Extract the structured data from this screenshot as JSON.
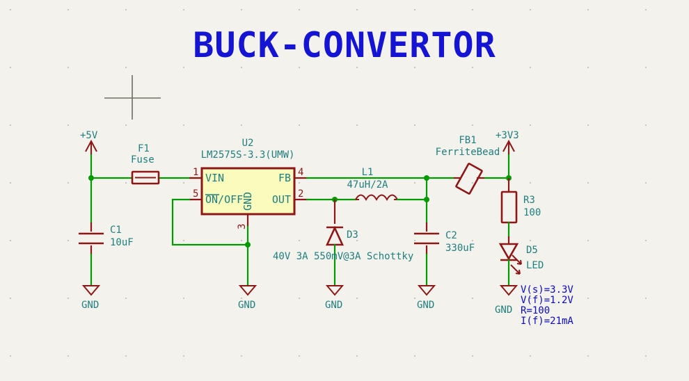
{
  "sheet": {
    "title": "BUCK-CONVERTOR",
    "title_color": "#1414d2",
    "background_color": "#f4f2ec",
    "wire_color": "#009a00",
    "component_color": "#8d1616",
    "label_color": "#1f7e7e",
    "note_color": "#0a09c8",
    "ic_fill_color": "#fcfbbe"
  },
  "power_ports": {
    "vin": {
      "label": "+5V"
    },
    "vout": {
      "label": "+3V3"
    }
  },
  "ground_symbols": [
    {
      "label": "GND"
    },
    {
      "label": "GND"
    },
    {
      "label": "GND"
    },
    {
      "label": "GND"
    },
    {
      "label": "GND"
    }
  ],
  "components": {
    "f1": {
      "ref": "F1",
      "value": "Fuse"
    },
    "c1": {
      "ref": "C1",
      "value": "10uF"
    },
    "u2": {
      "ref": "U2",
      "value": "LM2575S-3.3(UMW)",
      "pins": [
        {
          "number": "1",
          "name": "VIN"
        },
        {
          "number": "5",
          "name": "ON/OFF"
        },
        {
          "number": "3",
          "name": "GND"
        },
        {
          "number": "4",
          "name": "FB"
        },
        {
          "number": "2",
          "name": "OUT"
        }
      ]
    },
    "l1": {
      "ref": "L1",
      "value": "47uH/2A"
    },
    "d3": {
      "ref": "D3",
      "value": "40V 3A 550mV@3A Schottky"
    },
    "c2": {
      "ref": "C2",
      "value": "330uF"
    },
    "fb1": {
      "ref": "FB1",
      "value": "FerriteBead"
    },
    "r3": {
      "ref": "R3",
      "value": "100"
    },
    "d5": {
      "ref": "D5",
      "value": "LED"
    }
  },
  "annotations": {
    "led_calc": [
      "V(s)=3.3V",
      "V(f)=1.2V",
      "R=100",
      "I(f)=21mA"
    ]
  }
}
